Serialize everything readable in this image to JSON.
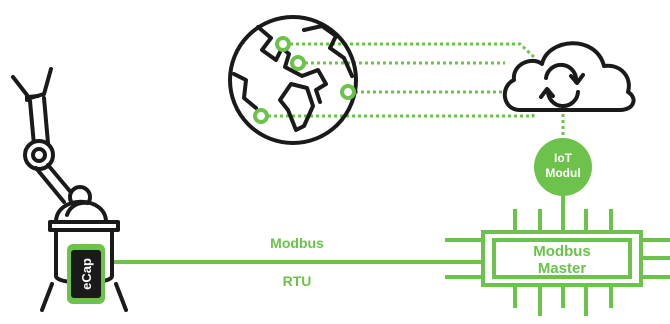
{
  "colors": {
    "accent": "#6cc24a",
    "outline": "#1a1a1a",
    "background": "#ffffff",
    "label_text": "#ffffff"
  },
  "icons": {
    "globe": "globe-icon",
    "cloud": "cloud-sync-icon",
    "robot": "robot-arm-icon",
    "battery": "ecap-battery-icon"
  },
  "labels": {
    "iot_line1": "IoT",
    "iot_line2": "Modul",
    "modbus_line1": "Modbus",
    "rtu": "RTU",
    "master_line1": "Modbus",
    "master_line2": "Master",
    "ecap": "eCap"
  }
}
